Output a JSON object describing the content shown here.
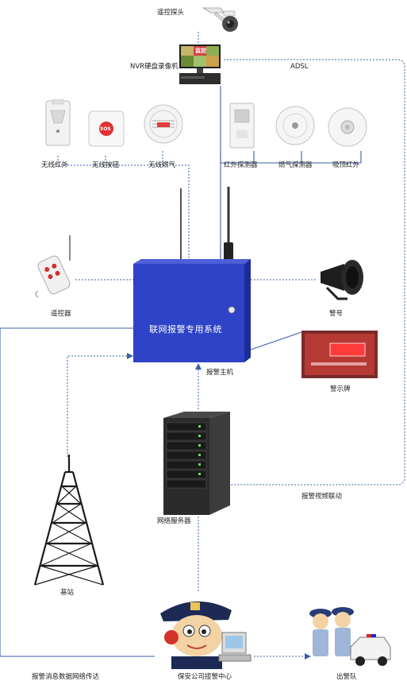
{
  "labels": {
    "ptz_camera": "遥控探头",
    "nvr": "NVR硬盘录像机",
    "adsl": "ADSL",
    "wireless_pir": "无线红外",
    "wireless_button": "无线按钮",
    "wireless_gas": "无线燃气",
    "pir_detector": "红外探测器",
    "gas_detector": "燃气探测器",
    "ceiling_pir": "吸顶红外",
    "remote": "遥控器",
    "panel_text": "联网报警专用系统",
    "host": "报警主机",
    "siren": "警号",
    "sign": "警示牌",
    "server": "网络服务器",
    "video_link": "报警视频联动",
    "tower": "基站",
    "network_transfer": "报警消息数据网络传达",
    "security_center": "保安公司接警中心",
    "police": "出警队"
  },
  "device_text": {
    "sos": "SOS",
    "nvr_screen": "监控"
  },
  "colors": {
    "link": "#3a5fa8",
    "panel": "#2f43c8",
    "panel_dark": "#1d2c98"
  }
}
